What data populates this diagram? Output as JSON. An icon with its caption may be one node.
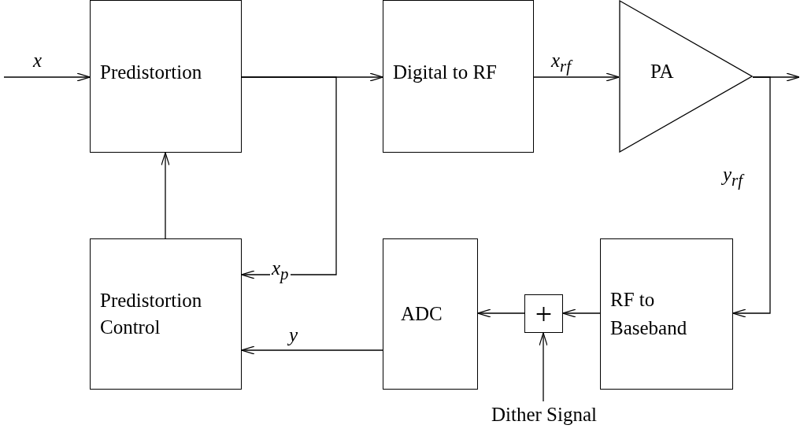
{
  "diagram": {
    "nodes": [
      {
        "text": [
          "Predistortion"
        ]
      },
      {
        "text": [
          "Digital to RF"
        ]
      },
      {
        "text": [
          "PA"
        ]
      },
      {
        "text": [
          "Predistortion Control"
        ]
      },
      {
        "text": [
          "ADC"
        ]
      },
      {
        "text": [
          "+"
        ]
      },
      {
        "text": [
          "RF to Baseband"
        ]
      },
      {
        "text": [
          "Dither Signal"
        ]
      }
    ],
    "edges": [
      {
        "from": null,
        "to": 0,
        "arrow": "to",
        "label": "x"
      },
      {
        "from": 0,
        "to": 1,
        "arrow": "to"
      },
      {
        "from": 0,
        "to": 3,
        "arrow": "to",
        "label": "x$_{p}$"
      },
      {
        "from": 1,
        "to": 2,
        "arrow": "to",
        "label": "x$_{rf}$"
      },
      {
        "from": 2,
        "to": null,
        "arrow": "to"
      },
      {
        "from": 2,
        "to": 6,
        "arrow": "to",
        "label": "y$_{rf}$"
      },
      {
        "from": 3,
        "to": 0,
        "arrow": "to"
      },
      {
        "from": 6,
        "to": 5,
        "arrow": "to"
      },
      {
        "from": 5,
        "to": 4,
        "arrow": "to"
      },
      {
        "from": 4,
        "to": 3,
        "arrow": "to",
        "label": "y"
      },
      {
        "from": 7,
        "to": 5,
        "arrow": "to"
      }
    ]
  }
}
